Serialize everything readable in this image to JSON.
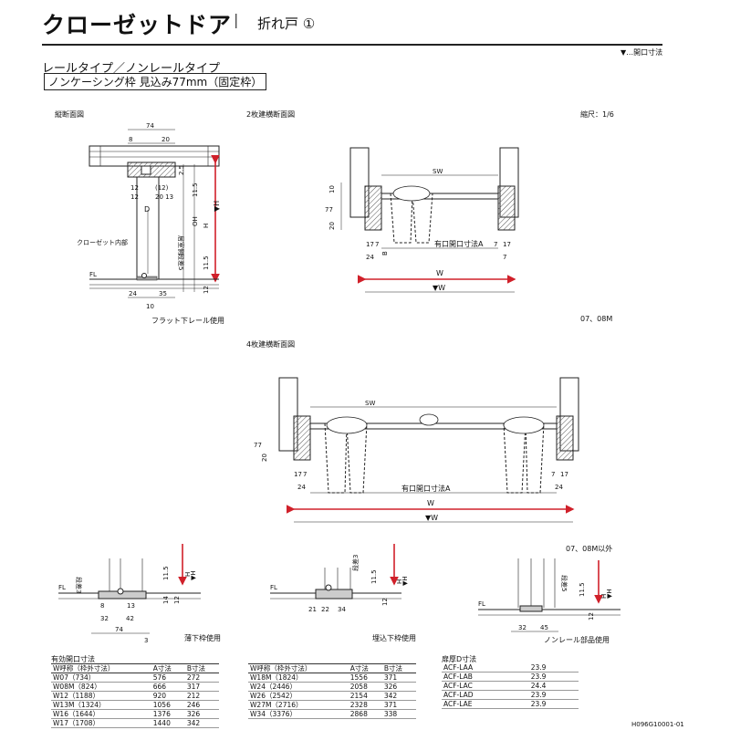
{
  "header": {
    "title": "クローゼットドア",
    "separator": "|",
    "subtitle": "折れ戸 ①",
    "legend_note": "▼…開口寸法",
    "type_label": "レールタイプ／ノンレールタイプ",
    "frame_label": "ノンケーシング枠 見込み77mm（固定枠）"
  },
  "sections": {
    "vertical_section": "縦断面図",
    "two_door": "2枚建横断面図",
    "scale": "縮尺：1/6",
    "two_door_models": "07、08M",
    "four_door": "4枚建横断面図",
    "four_door_models": "07、08M以外"
  },
  "dims": {
    "d74": "74",
    "d8": "8",
    "d20": "20",
    "d25": "2.5",
    "d115": "11.5",
    "d12": "12",
    "d12p": "(12)",
    "d20_13": "20 13",
    "dD": "D",
    "dOH": "OH",
    "dH": "H",
    "dVH": "▼H",
    "dSW": "SW",
    "d10": "10",
    "d77": "77",
    "d17": "17",
    "d7": "7",
    "d24": "24",
    "dB": "B",
    "dW": "W",
    "dVW": "▼W",
    "dA": "有口開口寸法A",
    "d35": "35",
    "d14": "14",
    "d3": "3",
    "d32": "32",
    "d42": "42",
    "d13": "13",
    "d21": "21",
    "d22": "22",
    "d34": "34",
    "d45": "45",
    "d5": "5",
    "d4": "4"
  },
  "labels": {
    "closet_inside": "クローゼット内部",
    "room_side": "居室側",
    "step5": "段差5",
    "step3": "段差3",
    "fl": "FL",
    "flat_rail": "フラット下レール使用",
    "thin_sill": "薄下枠使用",
    "buried_sill": "埋込下枠使用",
    "nonrail_parts": "ノンレール部品使用"
  },
  "table1": {
    "caption": "有効開口寸法",
    "headers": [
      "W呼称（枠外寸法）",
      "A寸法",
      "B寸法"
    ],
    "rows": [
      [
        "W07（734）",
        "576",
        "272"
      ],
      [
        "W08M（824）",
        "666",
        "317"
      ],
      [
        "W12（1188）",
        "920",
        "212"
      ],
      [
        "W13M（1324）",
        "1056",
        "246"
      ],
      [
        "W16（1644）",
        "1376",
        "326"
      ],
      [
        "W17（1708）",
        "1440",
        "342"
      ]
    ]
  },
  "table2": {
    "headers": [
      "W呼称（枠外寸法）",
      "A寸法",
      "B寸法"
    ],
    "rows": [
      [
        "W18M（1824）",
        "1556",
        "371"
      ],
      [
        "W24（2446）",
        "2058",
        "326"
      ],
      [
        "W26（2542）",
        "2154",
        "342"
      ],
      [
        "W27M（2716）",
        "2328",
        "371"
      ],
      [
        "W34（3376）",
        "2868",
        "338"
      ]
    ]
  },
  "table3": {
    "caption": "扉厚D寸法",
    "rows": [
      [
        "ACF-LAA",
        "23.9"
      ],
      [
        "ACF-LAB",
        "23.9"
      ],
      [
        "ACF-LAC",
        "24.4"
      ],
      [
        "ACF-LAD",
        "23.9"
      ],
      [
        "ACF-LAE",
        "23.9"
      ]
    ]
  },
  "footer": {
    "doc_code": "H096G10001-01"
  },
  "colors": {
    "dimension_arrow": "#d0202a",
    "line": "#222222",
    "hatch": "#555555"
  }
}
